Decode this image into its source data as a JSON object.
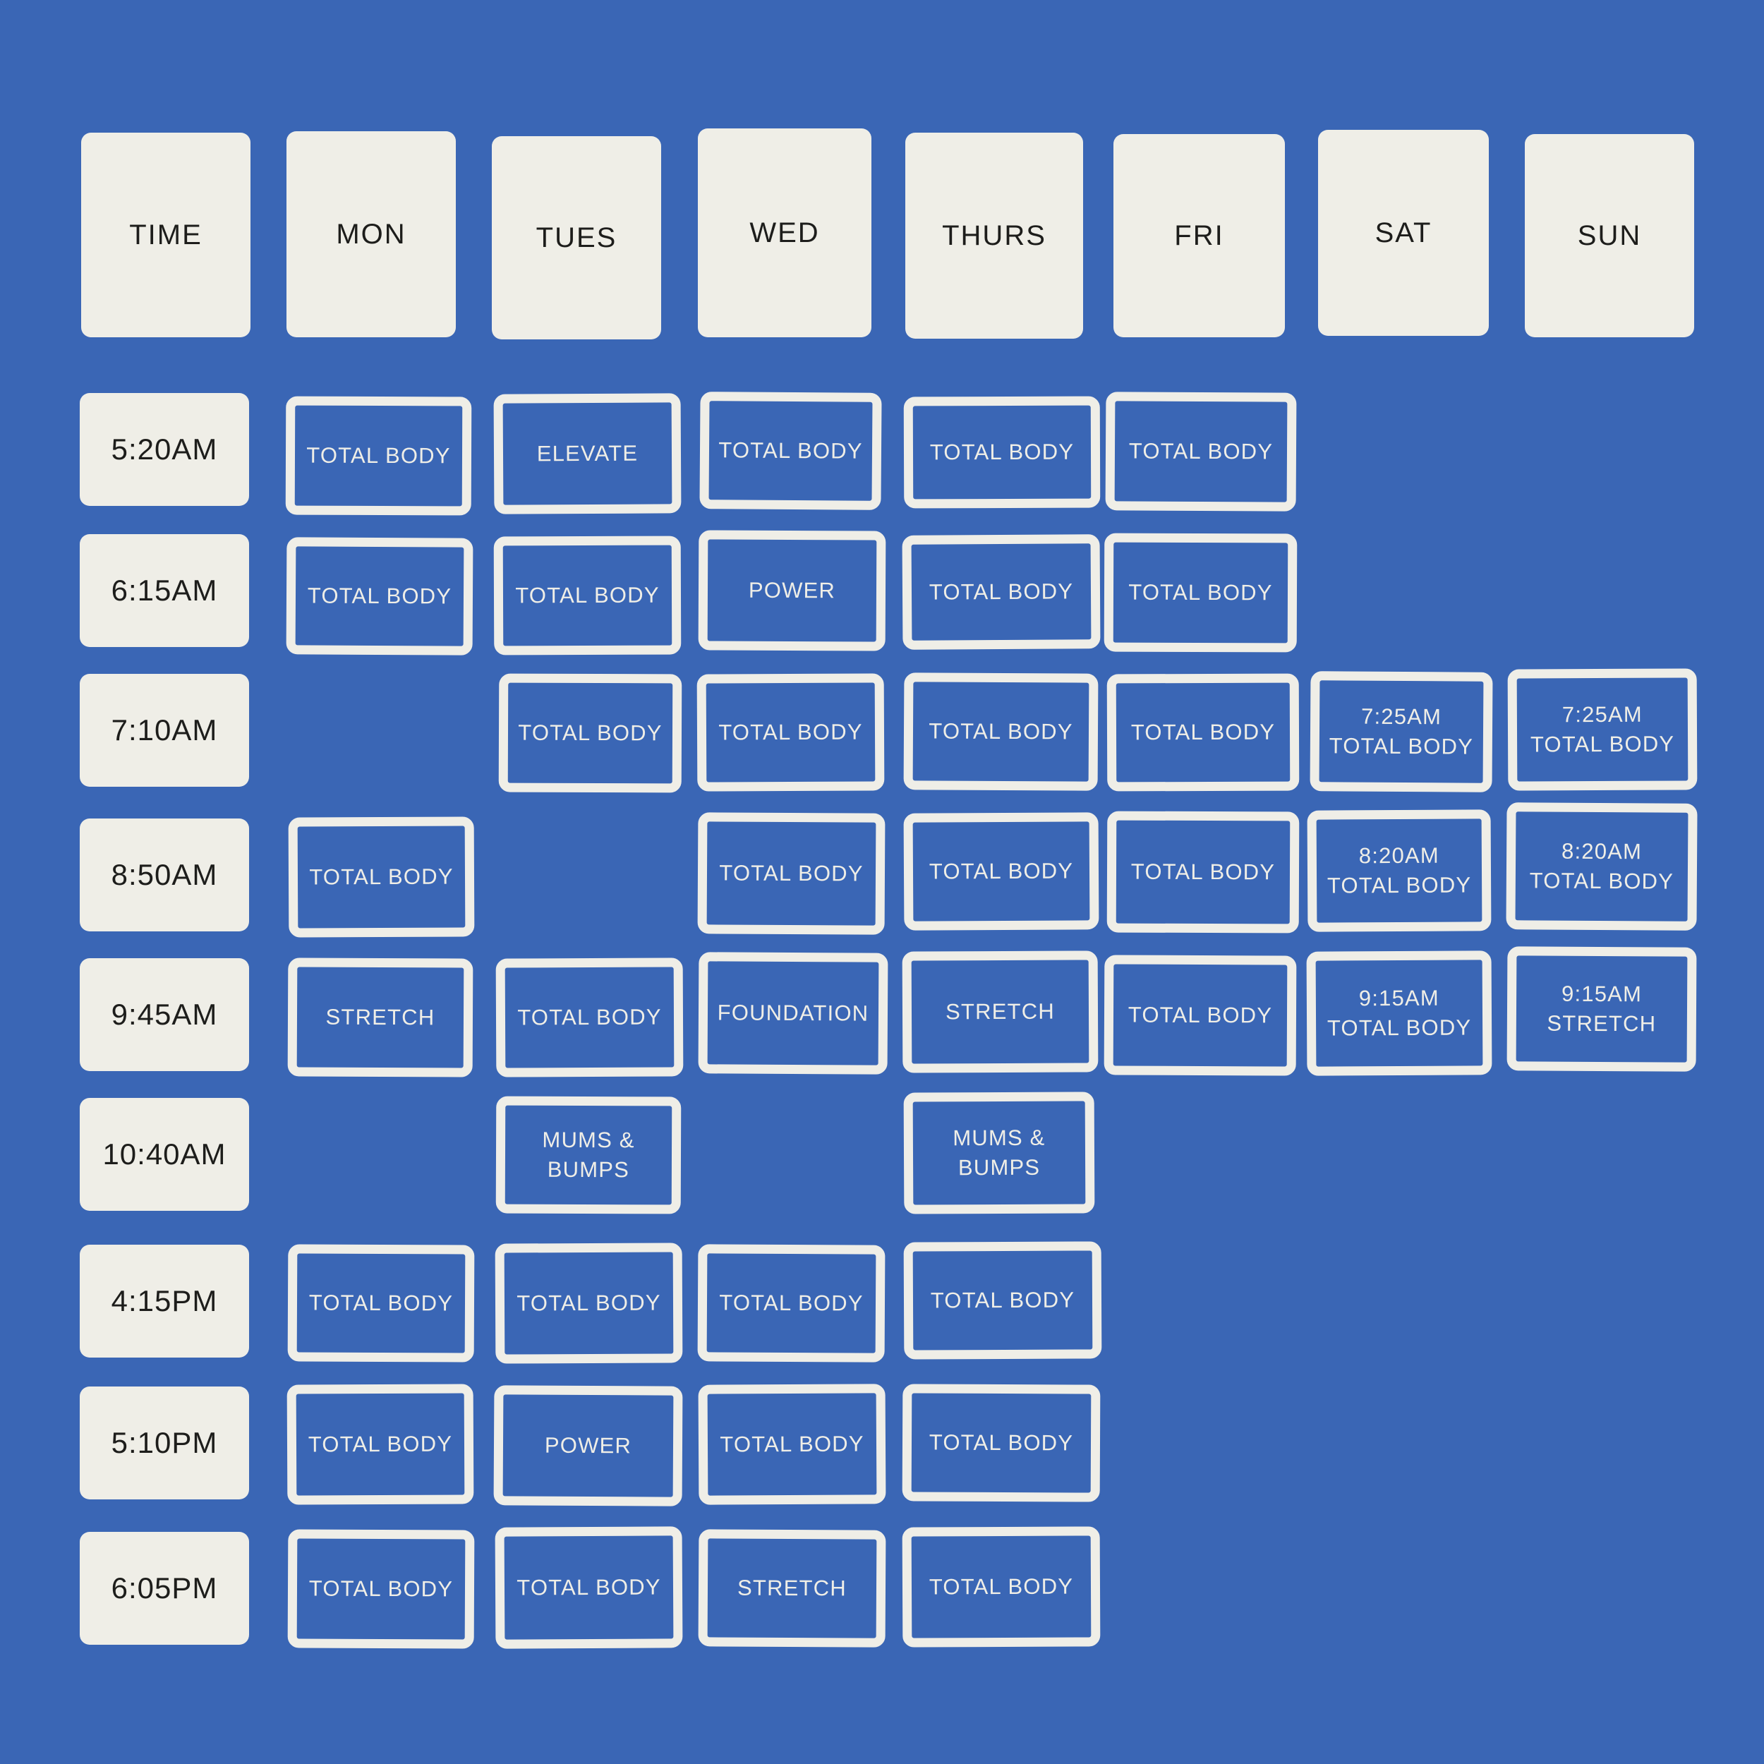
{
  "theme": {
    "background": "#3a66b5",
    "card": "#efeee7",
    "text_dark": "#1d1d1b",
    "text_light": "#efeee7"
  },
  "header": {
    "time_label": "TIME",
    "days": [
      "MON",
      "TUES",
      "WED",
      "THURS",
      "FRI",
      "SAT",
      "SUN"
    ]
  },
  "rows": [
    {
      "time": "5:20AM",
      "cells": [
        {
          "name": "TOTAL BODY"
        },
        {
          "name": "ELEVATE"
        },
        {
          "name": "TOTAL BODY"
        },
        {
          "name": "TOTAL BODY"
        },
        {
          "name": "TOTAL BODY"
        },
        null,
        null
      ]
    },
    {
      "time": "6:15AM",
      "cells": [
        {
          "name": "TOTAL BODY"
        },
        {
          "name": "TOTAL BODY"
        },
        {
          "name": "POWER"
        },
        {
          "name": "TOTAL BODY"
        },
        {
          "name": "TOTAL BODY"
        },
        null,
        null
      ]
    },
    {
      "time": "7:10AM",
      "cells": [
        null,
        {
          "name": "TOTAL BODY"
        },
        {
          "name": "TOTAL BODY"
        },
        {
          "name": "TOTAL BODY"
        },
        {
          "name": "TOTAL BODY"
        },
        {
          "time": "7:25AM",
          "name": "TOTAL BODY"
        },
        {
          "time": "7:25AM",
          "name": "TOTAL BODY"
        }
      ]
    },
    {
      "time": "8:50AM",
      "cells": [
        {
          "name": "TOTAL BODY"
        },
        null,
        {
          "name": "TOTAL BODY"
        },
        {
          "name": "TOTAL BODY"
        },
        {
          "name": "TOTAL BODY"
        },
        {
          "time": "8:20AM",
          "name": "TOTAL BODY"
        },
        {
          "time": "8:20AM",
          "name": "TOTAL BODY"
        }
      ]
    },
    {
      "time": "9:45AM",
      "cells": [
        {
          "name": "STRETCH"
        },
        {
          "name": "TOTAL BODY"
        },
        {
          "name": "FOUNDATION"
        },
        {
          "name": "STRETCH"
        },
        {
          "name": "TOTAL BODY"
        },
        {
          "time": "9:15AM",
          "name": "TOTAL BODY"
        },
        {
          "time": "9:15AM",
          "name": "STRETCH"
        }
      ]
    },
    {
      "time": "10:40AM",
      "cells": [
        null,
        {
          "name": "MUMS &\nBUMPS"
        },
        null,
        {
          "name": "MUMS &\nBUMPS"
        },
        null,
        null,
        null
      ]
    },
    {
      "time": "4:15PM",
      "cells": [
        {
          "name": "TOTAL BODY"
        },
        {
          "name": "TOTAL BODY"
        },
        {
          "name": "TOTAL BODY"
        },
        {
          "name": "TOTAL BODY"
        },
        null,
        null,
        null
      ]
    },
    {
      "time": "5:10PM",
      "cells": [
        {
          "name": "TOTAL BODY"
        },
        {
          "name": "POWER"
        },
        {
          "name": "TOTAL BODY"
        },
        {
          "name": "TOTAL BODY"
        },
        null,
        null,
        null
      ]
    },
    {
      "time": "6:05PM",
      "cells": [
        {
          "name": "TOTAL BODY"
        },
        {
          "name": "TOTAL BODY"
        },
        {
          "name": "STRETCH"
        },
        {
          "name": "TOTAL BODY"
        },
        null,
        null,
        null
      ]
    }
  ]
}
